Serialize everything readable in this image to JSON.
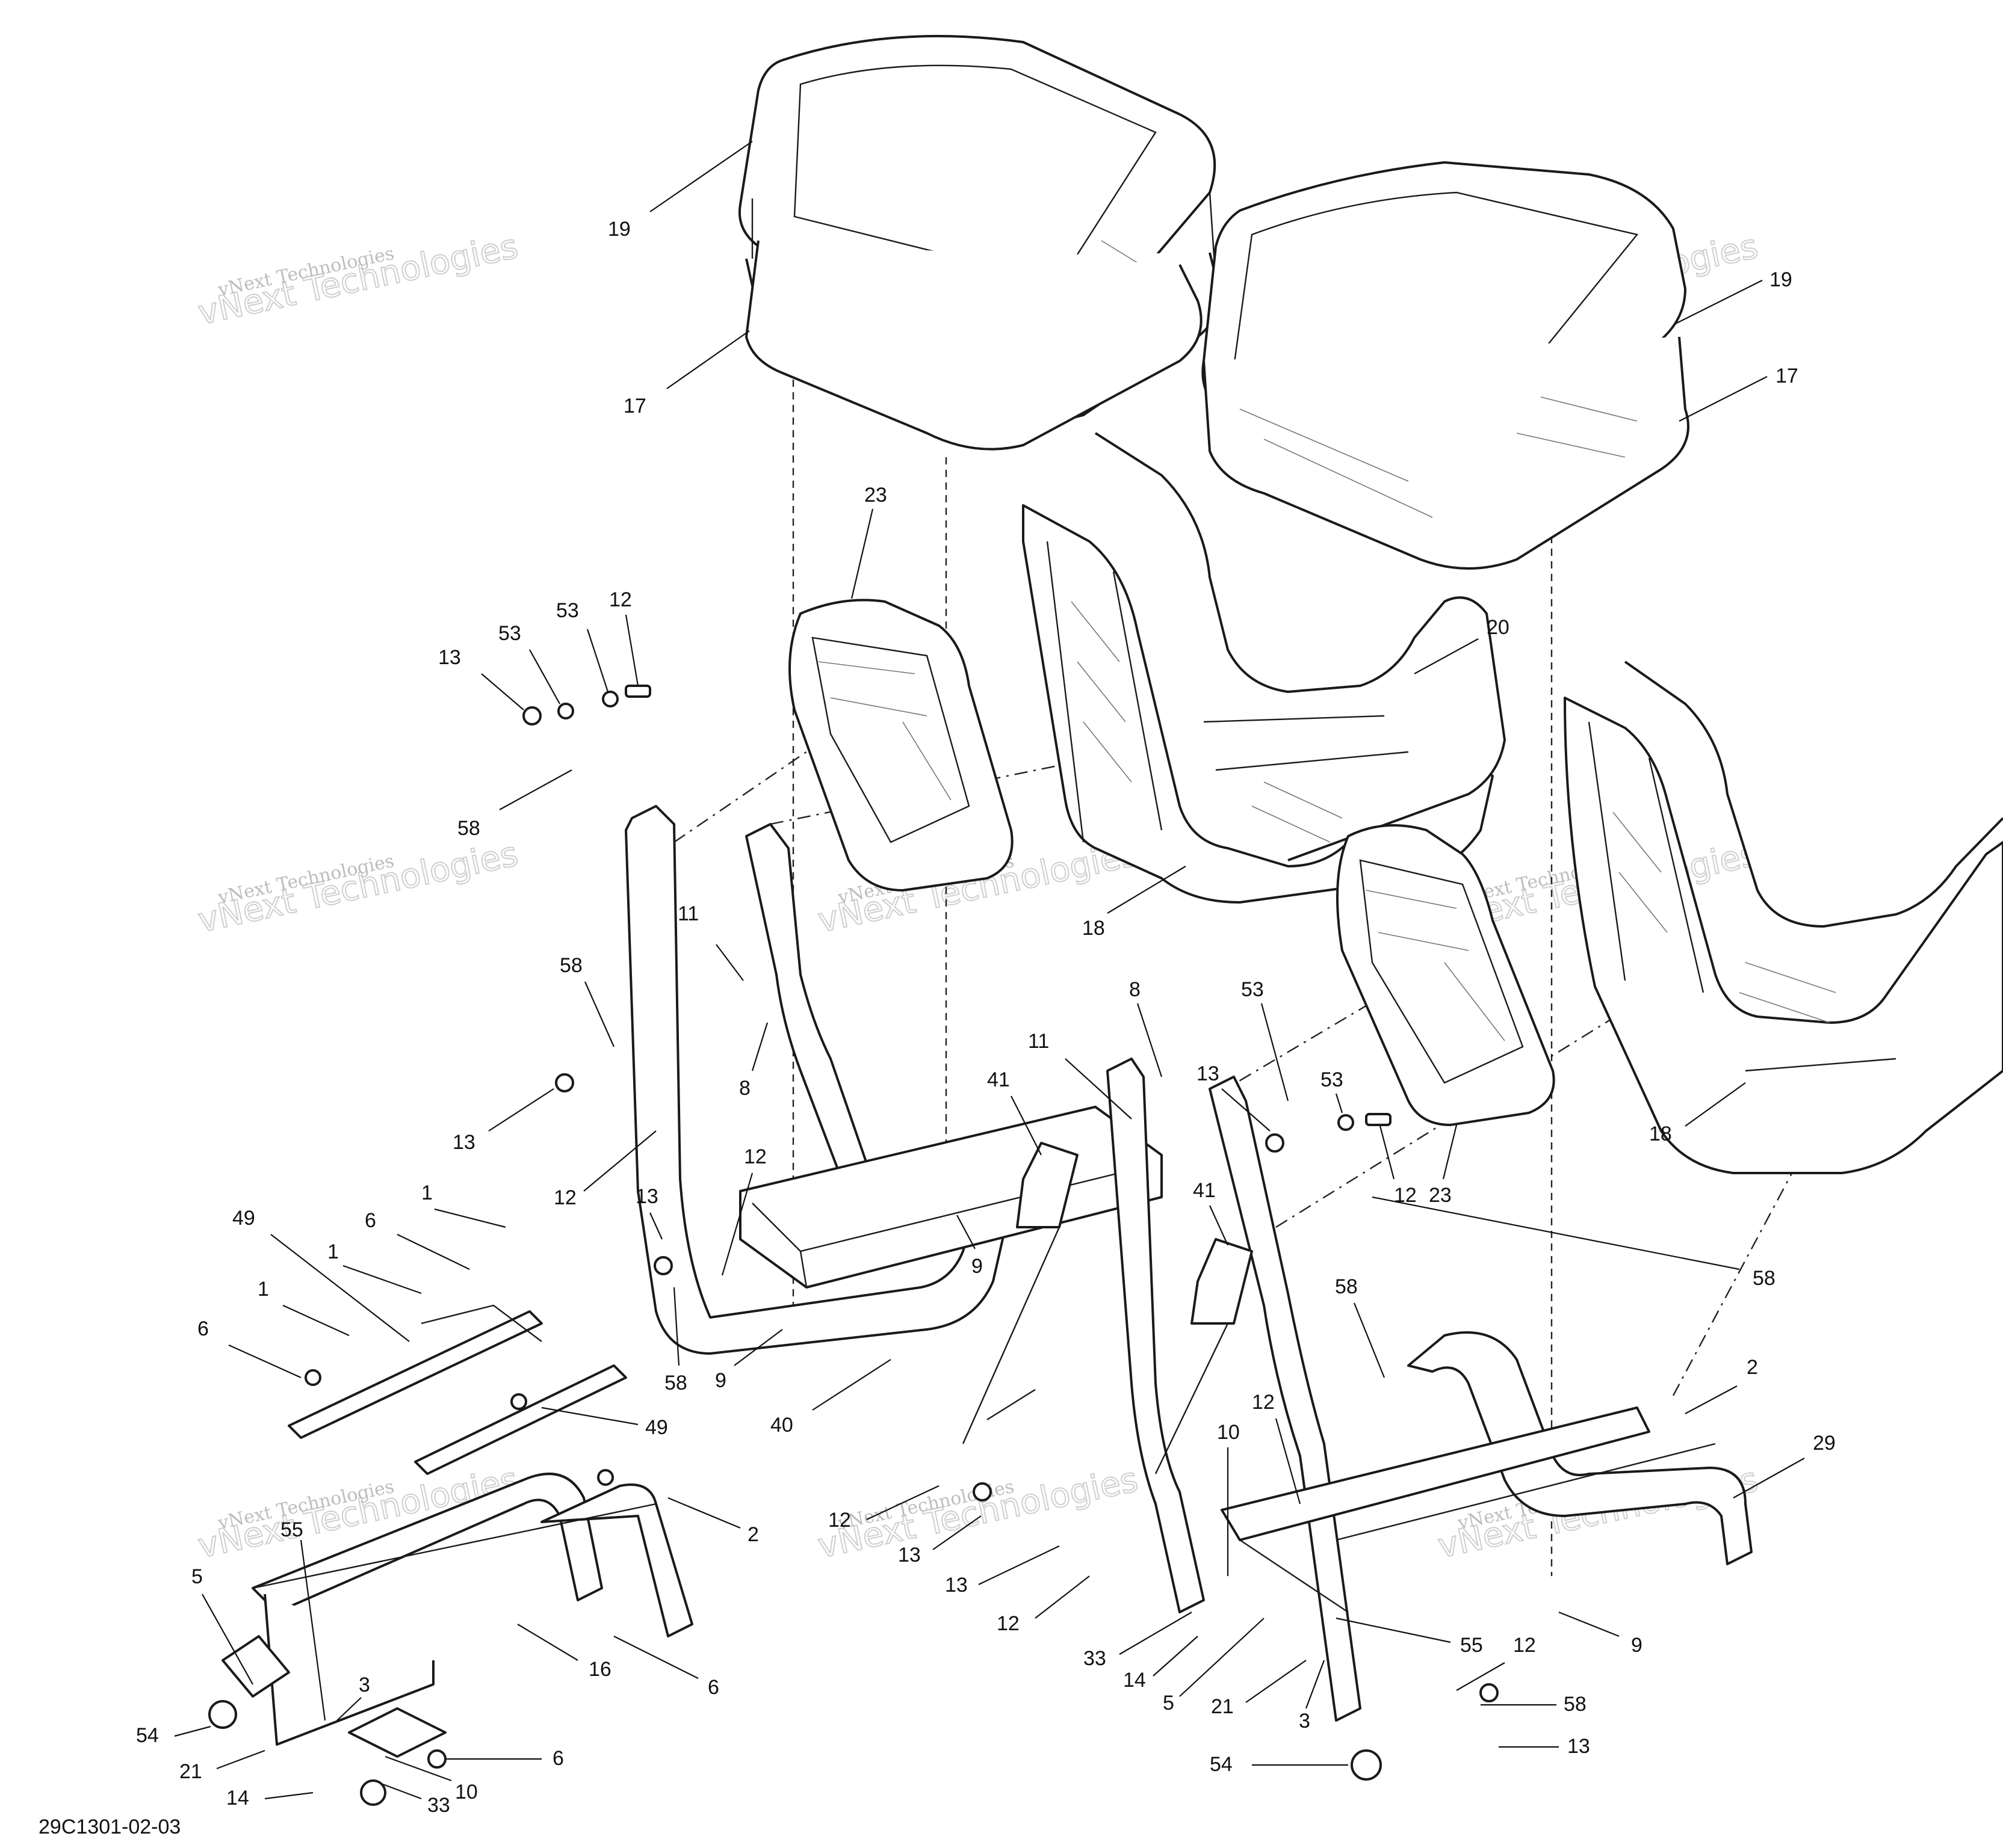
{
  "watermark": "vNext Technologies",
  "document_id": "29C1301-02-03",
  "callouts": [
    {
      "id": "c19a",
      "label": "19"
    },
    {
      "id": "c17a",
      "label": "17"
    },
    {
      "id": "c19b",
      "label": "19"
    },
    {
      "id": "c17b",
      "label": "17"
    },
    {
      "id": "c23a",
      "label": "23"
    },
    {
      "id": "c20",
      "label": "20"
    },
    {
      "id": "c18a",
      "label": "18"
    },
    {
      "id": "c18b",
      "label": "18"
    },
    {
      "id": "c23b",
      "label": "23"
    },
    {
      "id": "c13a",
      "label": "13"
    },
    {
      "id": "c53a",
      "label": "53"
    },
    {
      "id": "c53b",
      "label": "53"
    },
    {
      "id": "c12a",
      "label": "12"
    },
    {
      "id": "c58a",
      "label": "58"
    },
    {
      "id": "c11a",
      "label": "11"
    },
    {
      "id": "c8a",
      "label": "8"
    },
    {
      "id": "c58b",
      "label": "58"
    },
    {
      "id": "c13b",
      "label": "13"
    },
    {
      "id": "c12b",
      "label": "12"
    },
    {
      "id": "c12c",
      "label": "12"
    },
    {
      "id": "c13c",
      "label": "13"
    },
    {
      "id": "c58c",
      "label": "58"
    },
    {
      "id": "c9a",
      "label": "9"
    },
    {
      "id": "c9b",
      "label": "9"
    },
    {
      "id": "c40",
      "label": "40"
    },
    {
      "id": "c49a",
      "label": "49"
    },
    {
      "id": "c1a",
      "label": "1"
    },
    {
      "id": "c6a",
      "label": "6"
    },
    {
      "id": "c1b",
      "label": "1"
    },
    {
      "id": "c1c",
      "label": "1"
    },
    {
      "id": "c6b",
      "label": "6"
    },
    {
      "id": "c49b",
      "label": "49"
    },
    {
      "id": "c2a",
      "label": "2"
    },
    {
      "id": "c55a",
      "label": "55"
    },
    {
      "id": "c5a",
      "label": "5"
    },
    {
      "id": "c16",
      "label": "16"
    },
    {
      "id": "c6c",
      "label": "6"
    },
    {
      "id": "c3a",
      "label": "3"
    },
    {
      "id": "c54a",
      "label": "54"
    },
    {
      "id": "c21a",
      "label": "21"
    },
    {
      "id": "c6d",
      "label": "6"
    },
    {
      "id": "c14a",
      "label": "14"
    },
    {
      "id": "c33a",
      "label": "33"
    },
    {
      "id": "c10a",
      "label": "10"
    },
    {
      "id": "c8b",
      "label": "8"
    },
    {
      "id": "c11b",
      "label": "11"
    },
    {
      "id": "c41a",
      "label": "41"
    },
    {
      "id": "c13d",
      "label": "13"
    },
    {
      "id": "c53c",
      "label": "53"
    },
    {
      "id": "c53d",
      "label": "53"
    },
    {
      "id": "c12d",
      "label": "12"
    },
    {
      "id": "c58d",
      "label": "58"
    },
    {
      "id": "c41b",
      "label": "41"
    },
    {
      "id": "c58e",
      "label": "58"
    },
    {
      "id": "c12e",
      "label": "12"
    },
    {
      "id": "c10b",
      "label": "10"
    },
    {
      "id": "c2b",
      "label": "2"
    },
    {
      "id": "c29",
      "label": "29"
    },
    {
      "id": "c12f",
      "label": "12"
    },
    {
      "id": "c13e",
      "label": "13"
    },
    {
      "id": "c13f",
      "label": "13"
    },
    {
      "id": "c12g",
      "label": "12"
    },
    {
      "id": "c33b",
      "label": "33"
    },
    {
      "id": "c14b",
      "label": "14"
    },
    {
      "id": "c5b",
      "label": "5"
    },
    {
      "id": "c21b",
      "label": "21"
    },
    {
      "id": "c3b",
      "label": "3"
    },
    {
      "id": "c55b",
      "label": "55"
    },
    {
      "id": "c12h",
      "label": "12"
    },
    {
      "id": "c9c",
      "label": "9"
    },
    {
      "id": "c58f",
      "label": "58"
    },
    {
      "id": "c13g",
      "label": "13"
    },
    {
      "id": "c54b",
      "label": "54"
    }
  ]
}
